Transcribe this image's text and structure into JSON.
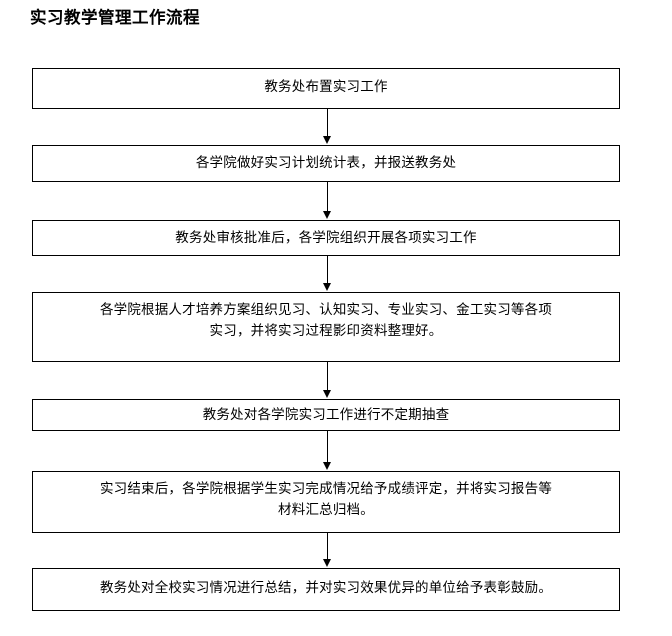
{
  "document": {
    "title": "实习教学管理工作流程",
    "background_color": "#ffffff",
    "line_color": "#000000",
    "text_color": "#000000"
  },
  "flowchart": {
    "type": "vertical-process-flow",
    "orientation": "top-to-bottom",
    "node_count": 7,
    "connector_count": 6,
    "connector_style": "solid-line-with-filled-arrowhead",
    "nodes": [
      {
        "id": "node-1",
        "step": 1,
        "text": "教务处布置实习工作",
        "lines": 1
      },
      {
        "id": "node-2",
        "step": 2,
        "text": "各学院做好实习计划统计表，并报送教务处",
        "lines": 1
      },
      {
        "id": "node-3",
        "step": 3,
        "text": "教务处审核批准后，各学院组织开展各项实习工作",
        "lines": 1
      },
      {
        "id": "node-4",
        "step": 4,
        "text": "各学院根据人才培养方案组织见习、认知实习、专业实习、金工实习等各项\n实习，并将实习过程影印资料整理好。",
        "lines": 2
      },
      {
        "id": "node-5",
        "step": 5,
        "text": "教务处对各学院实习工作进行不定期抽查",
        "lines": 1
      },
      {
        "id": "node-6",
        "step": 6,
        "text": "实习结束后，各学院根据学生实习完成情况给予成绩评定，并将实习报告等\n材料汇总归档。",
        "lines": 2
      },
      {
        "id": "node-7",
        "step": 7,
        "text": "教务处对全校实习情况进行总结，并对实习效果优异的单位给予表彰鼓励。",
        "lines": 1
      }
    ],
    "connectors": [
      {
        "id": "conn-1",
        "from": "node-1",
        "to": "node-2"
      },
      {
        "id": "conn-2",
        "from": "node-2",
        "to": "node-3"
      },
      {
        "id": "conn-3",
        "from": "node-3",
        "to": "node-4"
      },
      {
        "id": "conn-4",
        "from": "node-4",
        "to": "node-5"
      },
      {
        "id": "conn-5",
        "from": "node-5",
        "to": "node-6"
      },
      {
        "id": "conn-6",
        "from": "node-6",
        "to": "node-7"
      }
    ]
  }
}
